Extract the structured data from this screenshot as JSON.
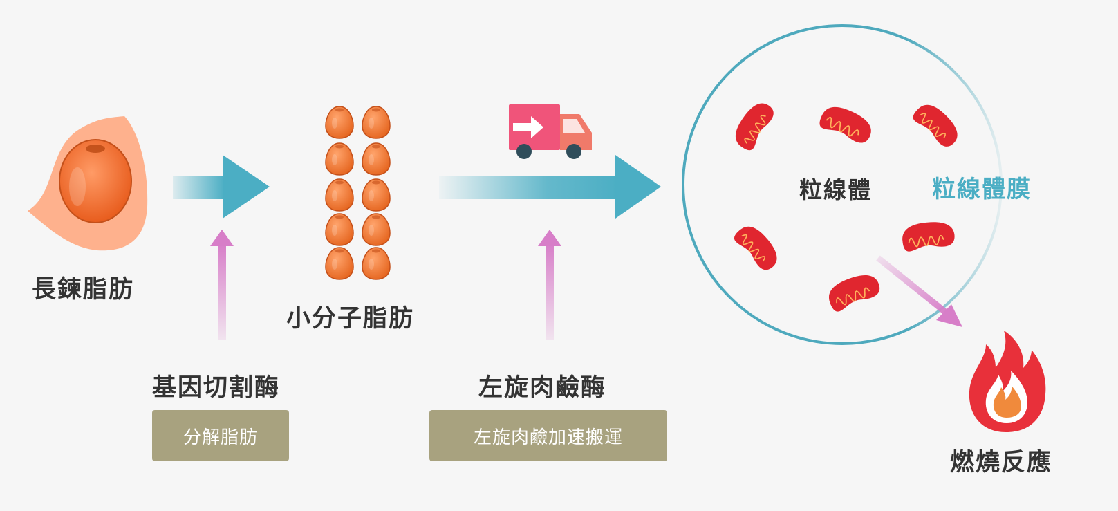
{
  "labels": {
    "long_chain_fat": "長鍊脂肪",
    "small_molecule_fat": "小分子脂肪",
    "enzyme_1": "基因切割酶",
    "enzyme_1_action": "分解脂肪",
    "enzyme_2": "左旋肉鹼酶",
    "enzyme_2_action": "左旋肉鹼加速搬運",
    "mitochondria": "粒線體",
    "mitochondrial_membrane": "粒線體膜",
    "burning": "燃燒反應"
  },
  "colors": {
    "background": "#f6f6f6",
    "teal_arrow": "#4baec4",
    "pink_arrow": "#d77ec8",
    "fat_orange": "#f07a3c",
    "badge": "#a8a27f",
    "membrane": "#4ea9bd",
    "mitochondria_red": "#e0262f",
    "truck_pink": "#f0547a",
    "flame_red": "#e8303a"
  },
  "icons": {
    "fat_cell": "fat-cell-icon",
    "fat_molecules": "fat-droplet-icon",
    "truck": "delivery-truck-icon",
    "mitochondria": "mitochondria-icon",
    "flame": "flame-icon"
  }
}
